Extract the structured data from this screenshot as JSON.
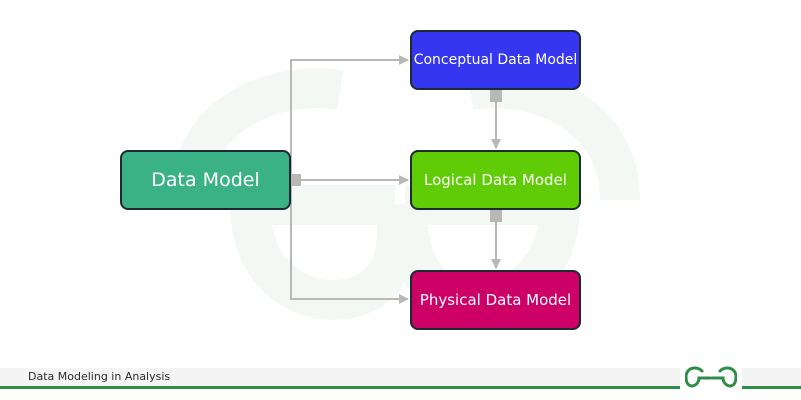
{
  "diagram": {
    "nodes": {
      "data_model": {
        "label": "Data Model",
        "color": "#3bb286"
      },
      "conceptual": {
        "label": "Conceptual Data Model",
        "color": "#3636f0"
      },
      "logical": {
        "label": "Logical Data Model",
        "color": "#5fcc06"
      },
      "physical": {
        "label": "Physical Data Model",
        "color": "#cc0066"
      }
    },
    "edges": [
      {
        "from": "Data Model",
        "to": "Conceptual Data Model"
      },
      {
        "from": "Data Model",
        "to": "Logical Data Model"
      },
      {
        "from": "Data Model",
        "to": "Physical Data Model"
      },
      {
        "from": "Conceptual Data Model",
        "to": "Logical Data Model"
      },
      {
        "from": "Logical Data Model",
        "to": "Physical Data Model"
      }
    ],
    "connector_color": "#b8b8b8"
  },
  "footer": {
    "caption": "Data Modeling in Analysis",
    "logo_icon": "geeksforgeeks-logo-icon",
    "accent_color": "#2f8d46"
  }
}
